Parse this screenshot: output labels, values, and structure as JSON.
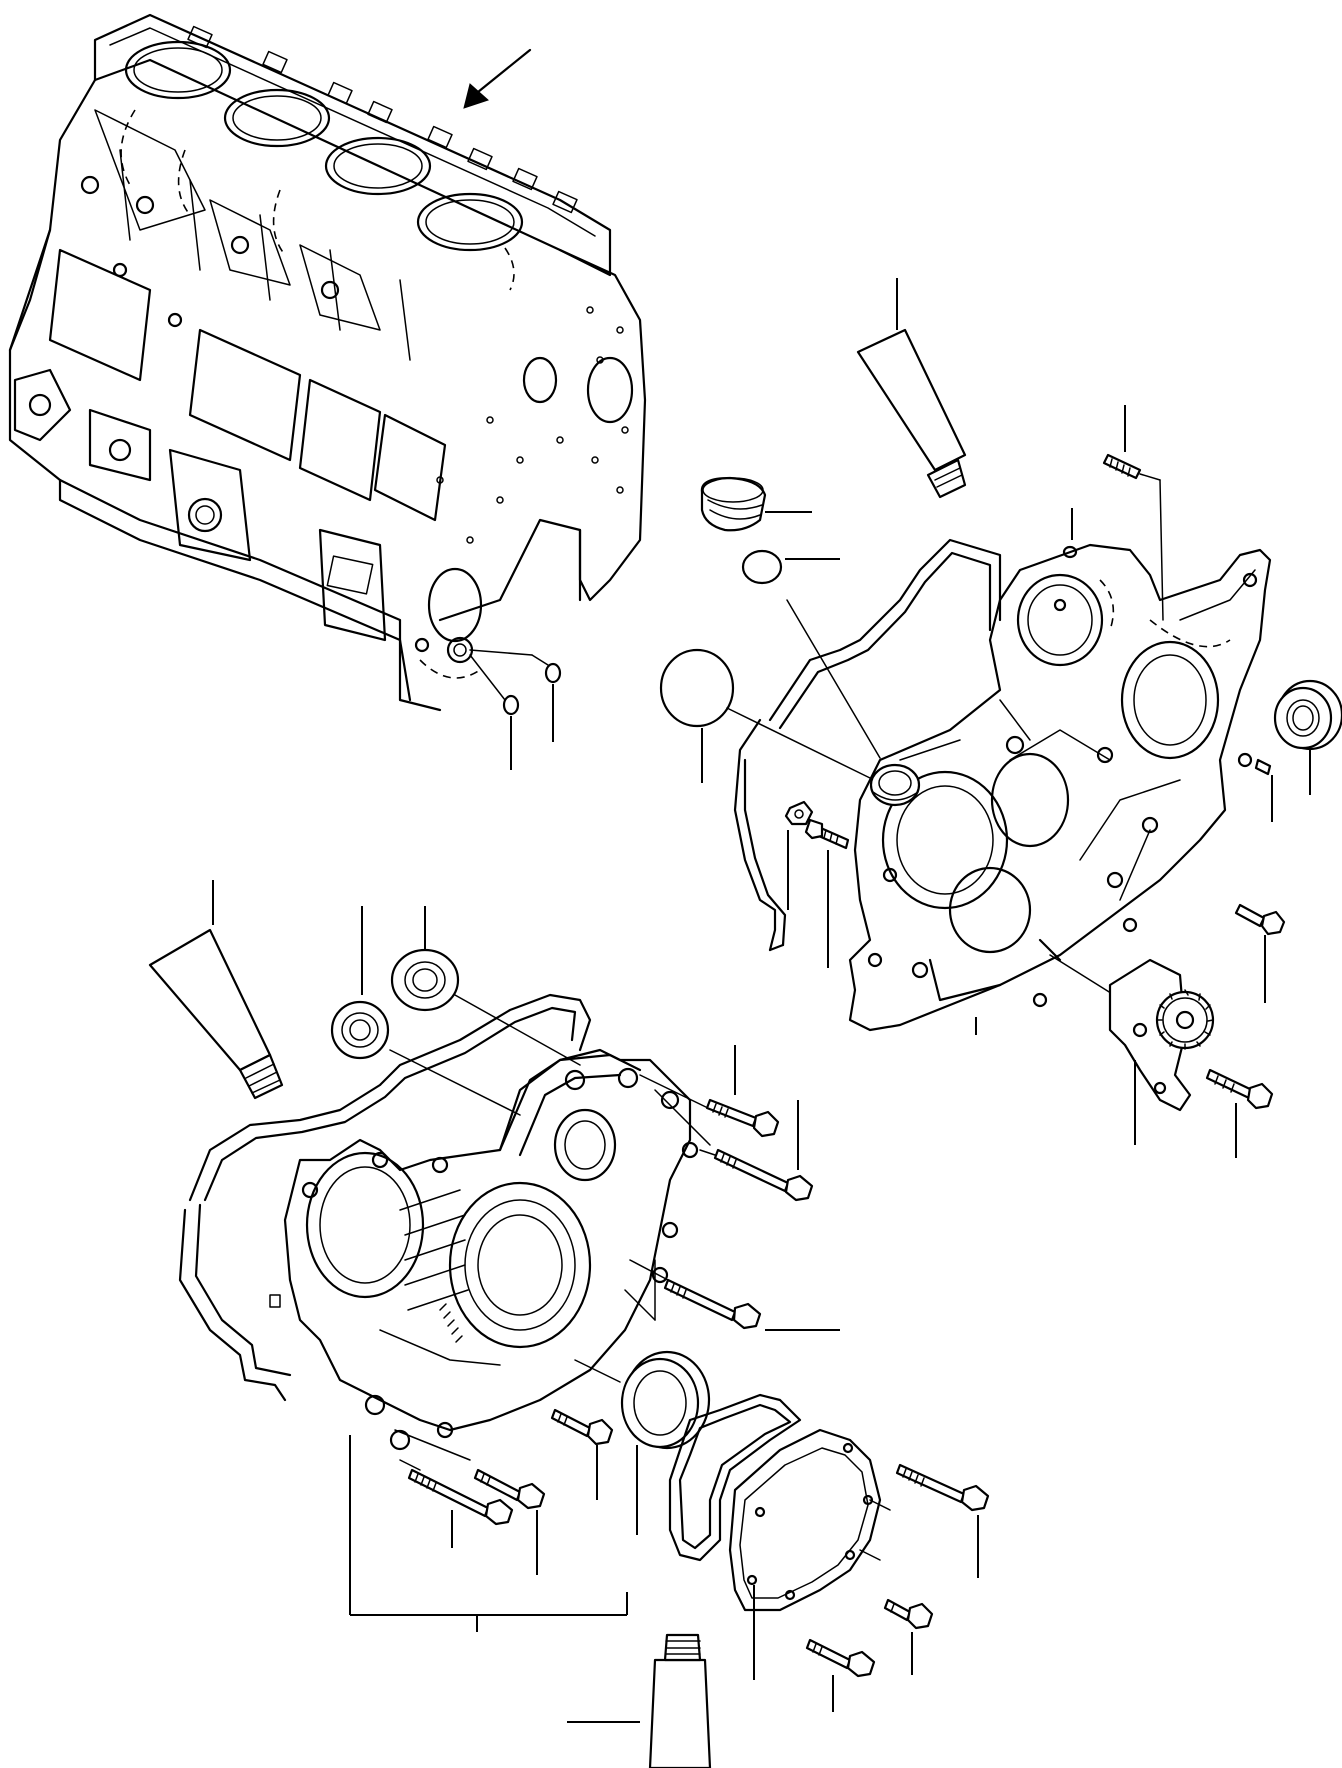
{
  "diagram": {
    "type": "exploded-parts-diagram",
    "background": "#ffffff",
    "line_color": "#000000",
    "components": [
      "cylinder-block",
      "direction-arrow",
      "sealant-tube-top",
      "oil-filler-cap",
      "cap-o-ring",
      "front-gasket-upper",
      "large-o-ring",
      "gear-housing-upper",
      "stud-bolt",
      "dowel-pin",
      "bearing-upper",
      "flange-nut",
      "hex-bolt",
      "oil-pump",
      "sealant-tube-left",
      "bearing-pair-lower",
      "timing-cover-gasket",
      "timing-cover",
      "oil-seal",
      "cover-plate-gasket",
      "cover-plate",
      "sealant-tube-bottom"
    ]
  }
}
